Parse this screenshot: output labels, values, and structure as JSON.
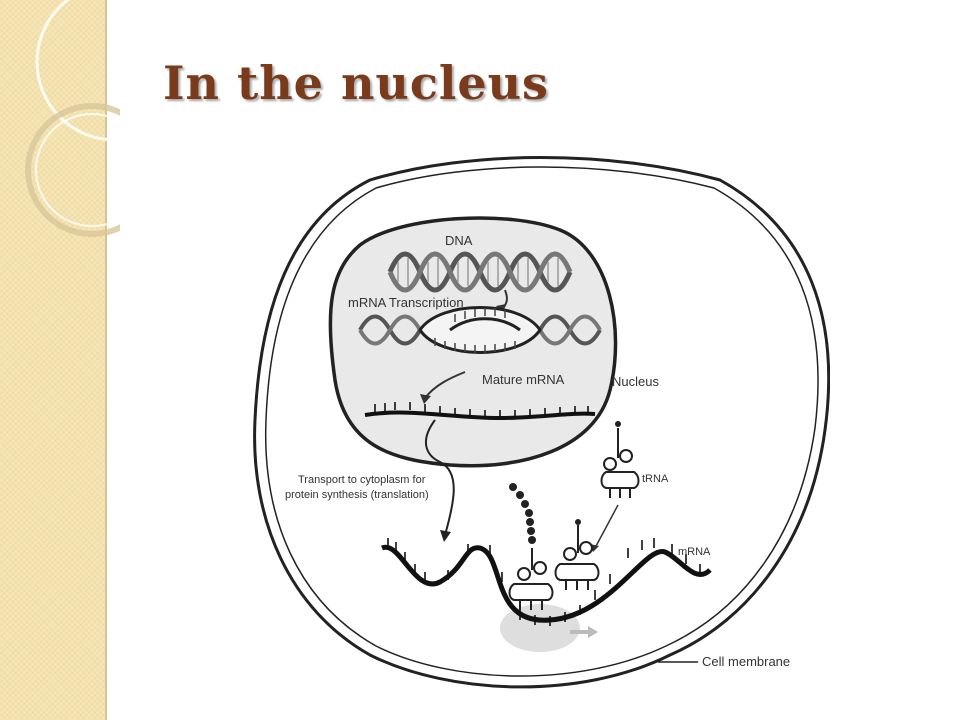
{
  "slide": {
    "title": "In the nucleus",
    "accent_color": "#7a3a1c",
    "band_color": "#f6e6b6"
  },
  "diagram": {
    "labels": {
      "dna": "DNA",
      "transcription": "mRNA Transcription",
      "mature_mrna": "Mature mRNA",
      "nucleus": "Nucleus",
      "transport_line1": "Transport to cytoplasm for",
      "transport_line2": "protein synthesis (translation)",
      "trna": "tRNA",
      "mrna": "mRNA",
      "cell_membrane": "Cell membrane"
    }
  }
}
